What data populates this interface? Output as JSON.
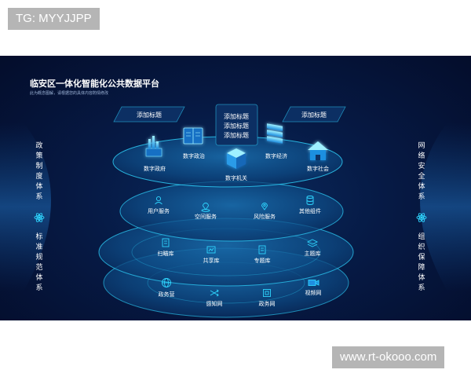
{
  "tags": {
    "top": "TG: MYYJJPP",
    "bottom": "www.rt-okooo.com"
  },
  "header": {
    "title": "临安区一体化智能化公共数据平台",
    "subtitle": "此为概念图解，请根据您的具体内容酌情修改"
  },
  "placeholders": {
    "left": "添加标题",
    "right": "添加标题",
    "center": [
      "添加标题",
      "添加标题",
      "添加标题"
    ]
  },
  "side_left": {
    "top": "政策制度体系",
    "bottom": "标准规范体系"
  },
  "side_right": {
    "top": "网络安全体系",
    "bottom": "组织保障体系"
  },
  "layers": {
    "top": [
      "数字政府",
      "数字政治",
      "数字机关",
      "数字经济",
      "数字社会"
    ],
    "services": [
      "用户服务",
      "空间服务",
      "风险服务",
      "其他组件"
    ],
    "data": [
      "扫瞄库",
      "共享库",
      "专题库",
      "主题库"
    ],
    "network": [
      "政务营",
      "感知网",
      "政务网",
      "视频网"
    ]
  },
  "colors": {
    "panel_bg": "#061a45",
    "accent": "#2fd6ff",
    "disc_fill": "#0e4f86",
    "text": "#ffffff"
  },
  "icons": {
    "top": [
      "bar-chart-cube-icon",
      "book-icon",
      "cube-stack-icon",
      "server-stack-icon",
      "house-icon"
    ],
    "services": [
      "user-icon",
      "map-pin-icon",
      "location-pin-icon",
      "database-icon"
    ],
    "data": [
      "document-icon",
      "chart-icon",
      "document-icon",
      "layers-icon"
    ],
    "network": [
      "globe-icon",
      "shuffle-icon",
      "window-icon",
      "video-icon"
    ],
    "side": "atom-icon"
  }
}
